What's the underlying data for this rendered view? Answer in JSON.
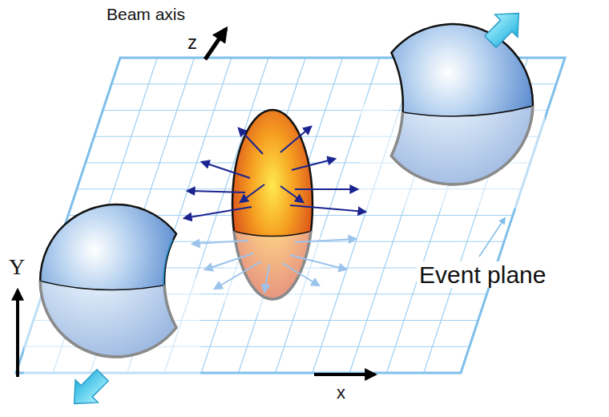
{
  "diagram": {
    "labels": [
      "Beam axis",
      "z",
      "Y",
      "Event plane",
      "x"
    ]
  }
}
